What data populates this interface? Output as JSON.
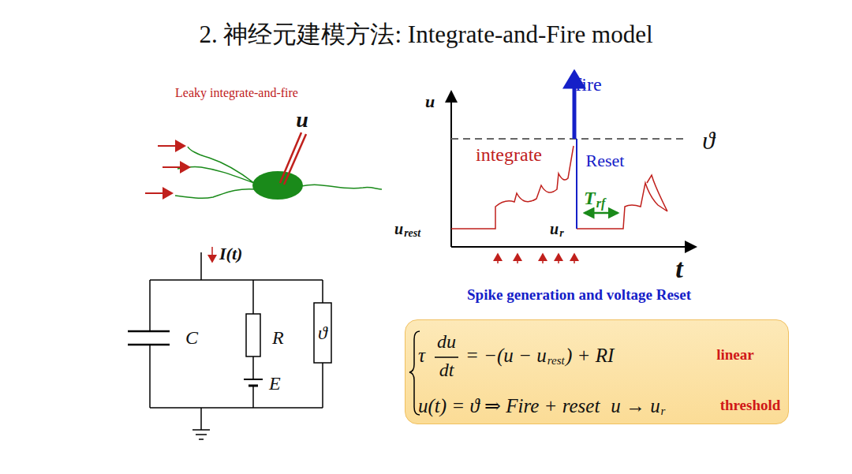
{
  "diagram": {
    "title": "2. 神经元建模方法: Integrate-and-Fire model",
    "nodes": [
      {
        "text": [
          "τ",
          "du",
          "dt",
          "= −(u − u",
          "rest",
          ") + RI",
          "linear",
          "u(t) = ϑ ⇒ Fire + reset",
          "u → u",
          "r",
          "threshold"
        ]
      }
    ],
    "labels": [
      "Leaky integrate-and-fire",
      "u",
      "u",
      "fire",
      "ϑ",
      "integrate",
      "Reset",
      "T",
      "rf",
      "u",
      "rest",
      "u",
      "r",
      "t",
      "Spike generation and voltage Reset",
      "I(t)",
      "C",
      "R",
      "ϑ",
      "E"
    ]
  }
}
